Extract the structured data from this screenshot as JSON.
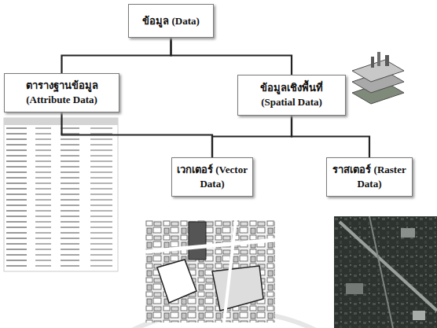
{
  "diagram": {
    "nodes": [
      {
        "text": [
          "ข้อมูล (Data)"
        ]
      },
      {
        "text": [
          "ตารางฐานข้อมูล (Attribute Data)"
        ]
      },
      {
        "text": [
          "ข้อมูลเชิงพื้นที่ (Spatial Data)"
        ]
      },
      {
        "text": [
          "เวกเตอร์ (Vector Data)"
        ]
      },
      {
        "text": [
          "ราสเตอร์ (Raster Data)"
        ]
      }
    ],
    "edges": [
      {
        "from": 0,
        "to": 1,
        "arrow": "none"
      },
      {
        "from": 0,
        "to": 2,
        "arrow": "none"
      },
      {
        "from": 2,
        "to": 3,
        "arrow": "none"
      },
      {
        "from": 2,
        "to": 4,
        "arrow": "none"
      },
      {
        "from": 1,
        "to": 3,
        "arrow": "none"
      }
    ]
  }
}
